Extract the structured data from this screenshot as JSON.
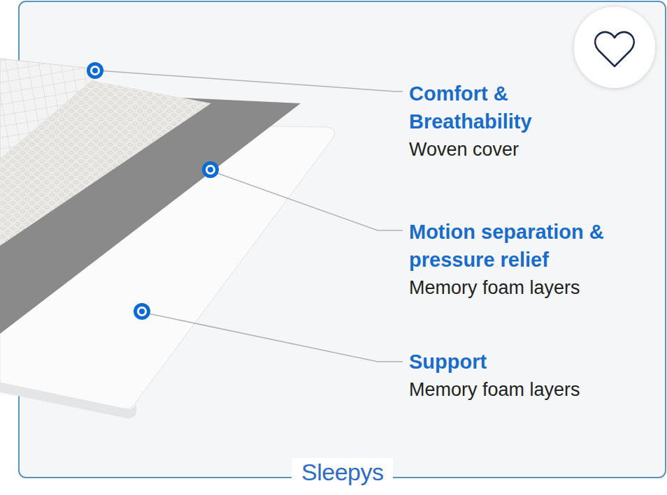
{
  "diagram": {
    "labels": [
      "Comfort & Breathability",
      "Woven cover",
      "Motion separation & pressure relief",
      "Memory foam layers",
      "Support",
      "Memory foam layers",
      "Sleepys"
    ]
  }
}
